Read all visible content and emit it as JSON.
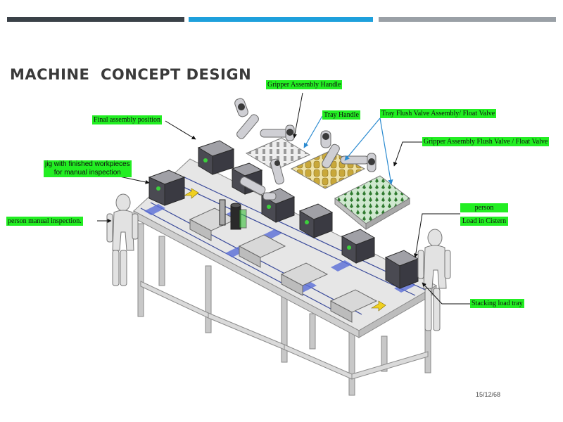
{
  "slide": {
    "title": "MACHINE  CONCEPT DESIGN",
    "date": "15/12/68",
    "header_bar_colors": [
      "#3a4148",
      "#1ea0dc",
      "#9aa0a6"
    ]
  },
  "labels": {
    "gripper_assembly_handle": "Gripper Assembly Handle",
    "tray_handle": "Tray Handle",
    "tray_flush_valve": "Tray Flush Valve Assembly/ Float Valve",
    "final_assembly_position": "Final assembly position",
    "gripper_assembly_flush_valve": "Gripper Assembly Flush Valve / Float Valve",
    "jig_line1": "jig with finished workpieces",
    "jig_line2": "for manual inspection",
    "person_manual_inspection": "person manual inspection.",
    "person": "person",
    "load_in_cistern": "Load in Cistern",
    "stacking_load_tray": "Stacking load tray"
  },
  "colors": {
    "label_bg": "#22ee22",
    "frame": "#d4d4d4",
    "frame_edge": "#8a8a8a",
    "rail_blue": "#5a6ed8",
    "tray_dark": "#4a4a52",
    "bottle_yellow": "#d6b848",
    "bottle_green": "#3c8a3c",
    "robot": "#c8c8cc"
  }
}
